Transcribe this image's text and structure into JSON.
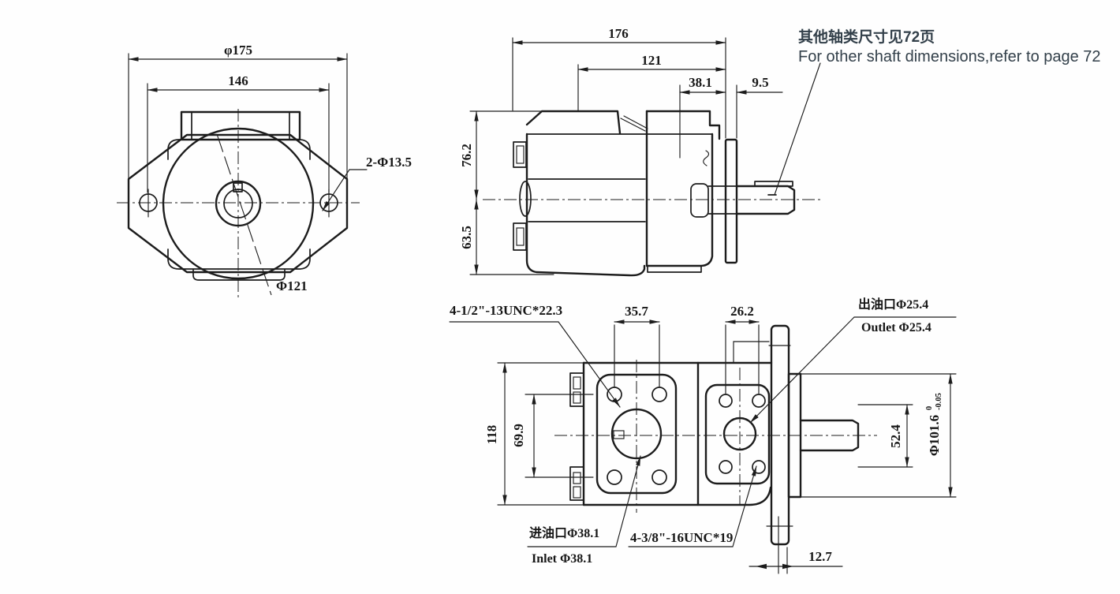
{
  "colors": {
    "line": "#1c1c1c",
    "dim_text": "#161616",
    "note_text": "#33404a",
    "background": "#fefefe"
  },
  "note": {
    "zh": "其他轴类尺寸见72页",
    "en": "For other shaft dimensions,refer to page 72"
  },
  "front_view": {
    "outer_dia": "φ175",
    "mount_span": "146",
    "mount_holes": "2-Φ13.5",
    "rotor_dia": "Φ121"
  },
  "side_view": {
    "overall_len": "176",
    "body_len": "121",
    "shaft_len": "38.1",
    "plate_thk": "9.5",
    "upper_h": "76.2",
    "lower_h": "63.5"
  },
  "port_view": {
    "inlet_thread": "4-1/2\"-13UNC*22.3",
    "inlet_span": "35.7",
    "outlet_span": "26.2",
    "outlet_zh": "出油口Φ25.4",
    "outlet_en": "Outlet Φ25.4",
    "height": "118",
    "inlet_vspan": "69.9",
    "inlet_zh": "进油口Φ38.1",
    "inlet_en": "Inlet Φ38.1",
    "outlet_thread": "4-3/8\"-16UNC*19",
    "shaft_h": "52.4",
    "pilot_main": "Φ101.6",
    "pilot_tol_top": "0",
    "pilot_tol_bot": "-0.05",
    "plate_offset": "12.7"
  }
}
